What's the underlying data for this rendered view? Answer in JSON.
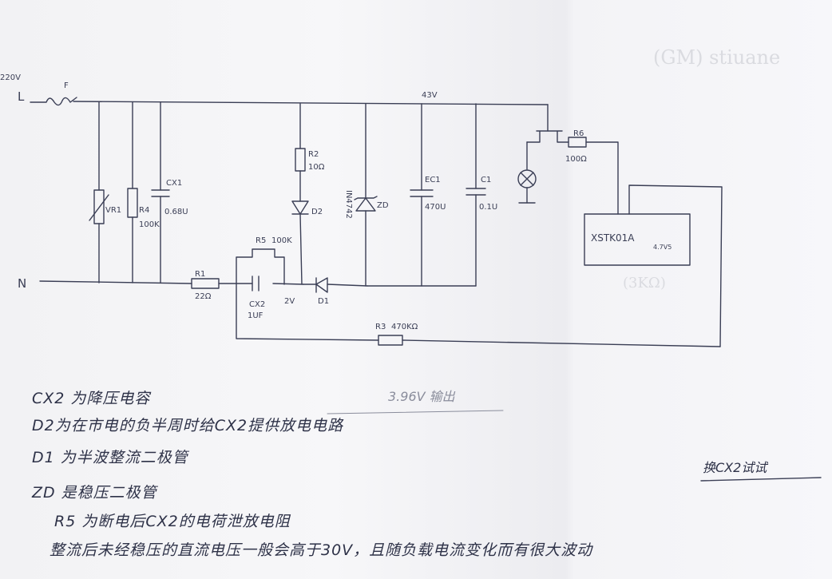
{
  "labels": {
    "supply": "220V",
    "line": "L",
    "neutral": "N",
    "fuse": "F",
    "bus_voltage": "43V",
    "varistor": "VR1",
    "r4": "R4",
    "r4_value": "100K",
    "cx1": "CX1",
    "cx1_value": "0.68U",
    "r2": "R2",
    "r2_value": "10Ω",
    "d2": "D2",
    "zd_part": "IN4742",
    "zd": "ZD",
    "ec1": "EC1",
    "ec1_value": "470U",
    "c1": "C1",
    "c1_value": "0.1U",
    "r6": "R6",
    "r6_value": "100Ω",
    "module": "XSTK01A",
    "module_sub": "4.7V5",
    "r5": "R5",
    "r5_value": "100K",
    "r1": "R1",
    "r1_value": "22Ω",
    "cx2": "CX2",
    "cx2_value": "1UF",
    "cx2_voltage": "2V",
    "d1": "D1",
    "r3": "R3",
    "r3_value": "470KΩ",
    "ghost_text": "(GM) stiuane",
    "ghost_text2": "(3KΩ)"
  },
  "annotations": {
    "output": "3.96V 输出",
    "side": "换CX2试试"
  },
  "notes": [
    "CX2 为降压电容",
    "D2为在市电的负半周时给CX2提供放电电路",
    "D1 为半波整流二极管",
    "ZD 是稳压二极管",
    "R5 为断电后CX2的电荷泄放电阻",
    "整流后未经稳压的直流电压一般会高于30V，且随负载电流变化而有很大波动"
  ]
}
